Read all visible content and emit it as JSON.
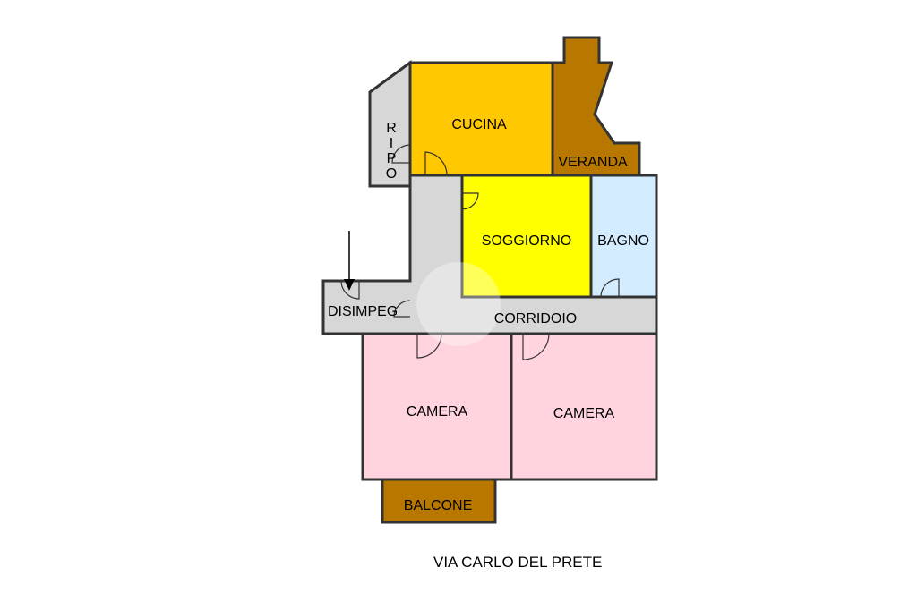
{
  "rooms": {
    "cucina": "CUCINA",
    "ripostiglio": [
      "R",
      "I",
      "P",
      "O"
    ],
    "veranda": "VERANDA",
    "soggiorno": "SOGGIORNO",
    "bagno": "BAGNO",
    "disimpegno": "DISIMPEG",
    "corridoio": "CORRIDOIO",
    "camera_1": "CAMERA",
    "camera_2": "CAMERA",
    "balcone": "BALCONE"
  },
  "street": "VIA CARLO DEL PRETE",
  "colors": {
    "kitchen": "#ffc800",
    "living": "#ffff00",
    "bathroom": "#d4ecff",
    "bedroom": "#ffd4de",
    "outdoor": "#b87800",
    "corridor": "#d7d7d7",
    "wall": "#333333"
  }
}
